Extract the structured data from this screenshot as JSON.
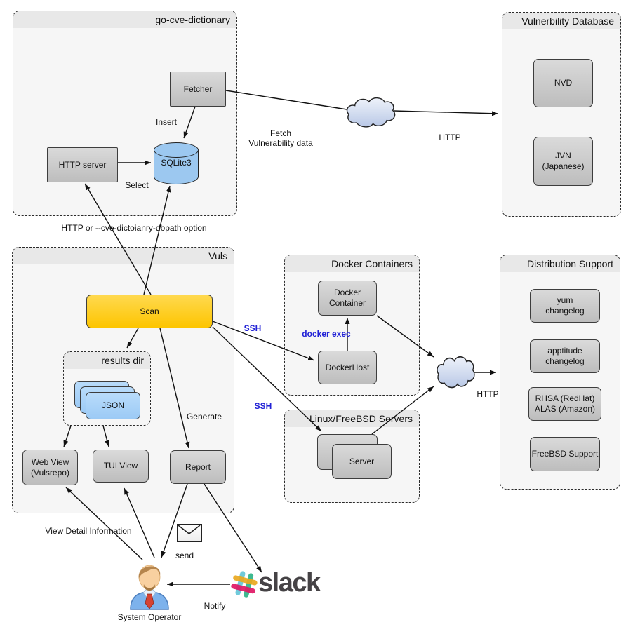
{
  "colors": {
    "scan_gold": "#fdc500",
    "node_gray": "#c9c9c9",
    "label_blue": "#2222d6",
    "sqlite_blue": "#9cc8f0",
    "json_blue": "#9ccaf5",
    "cloud_blue": "#c9d6ec",
    "slack_teal": "#70CADB",
    "slack_yellow": "#E9A820",
    "slack_green": "#3EB991",
    "slack_pink": "#E01765",
    "slack_text": "#454245"
  },
  "containers": {
    "go_cve_dictionary": {
      "title": "go-cve-dictionary"
    },
    "vulnerability_database": {
      "title": "Vulnerbility Database"
    },
    "vuls": {
      "title": "Vuls"
    },
    "results_dir": {
      "title": "results dir"
    },
    "docker_containers": {
      "title": "Docker Containers"
    },
    "linux_freebsd_servers": {
      "title": "Linux/FreeBSD Servers"
    },
    "distribution_support": {
      "title": "Distribution Support"
    }
  },
  "nodes": {
    "fetcher": {
      "label": "Fetcher"
    },
    "http_server": {
      "label": "HTTP server"
    },
    "sqlite3": {
      "label": "SQLite3"
    },
    "nvd": {
      "label": "NVD"
    },
    "jvn": {
      "label": "JVN\n(Japanese)"
    },
    "scan": {
      "label": "Scan"
    },
    "json": {
      "label": "JSON"
    },
    "web_view": {
      "label": "Web View\n(Vulsrepo)"
    },
    "tui_view": {
      "label": "TUI View"
    },
    "report": {
      "label": "Report"
    },
    "docker_container": {
      "label": "Docker\nContainer"
    },
    "docker_host": {
      "label": "DockerHost"
    },
    "server": {
      "label": "Server"
    },
    "yum_changelog": {
      "label": "yum\nchangelog"
    },
    "apptitude_changelog": {
      "label": "apptitude\nchangelog"
    },
    "rhsa_alas": {
      "label": "RHSA (RedHat)\nALAS (Amazon)"
    },
    "freebsd_support": {
      "label": "FreeBSD Support"
    }
  },
  "edge_labels": {
    "insert": "Insert",
    "select": "Select",
    "fetch_vulnerability_data": "Fetch\nVulnerability data",
    "http_top": "HTTP",
    "http_or_dbpath_option": "HTTP or --cve-dictoianry-dbpath option",
    "generate": "Generate",
    "ssh_docker": "SSH",
    "ssh_linux": "SSH",
    "docker_exec": "docker exec",
    "http_right": "HTTP",
    "view_detail_information": "View Detail Information",
    "send": "send",
    "notify": "Notify"
  },
  "misc": {
    "system_operator_label": "System Operator",
    "slack_wordmark": "slack"
  }
}
